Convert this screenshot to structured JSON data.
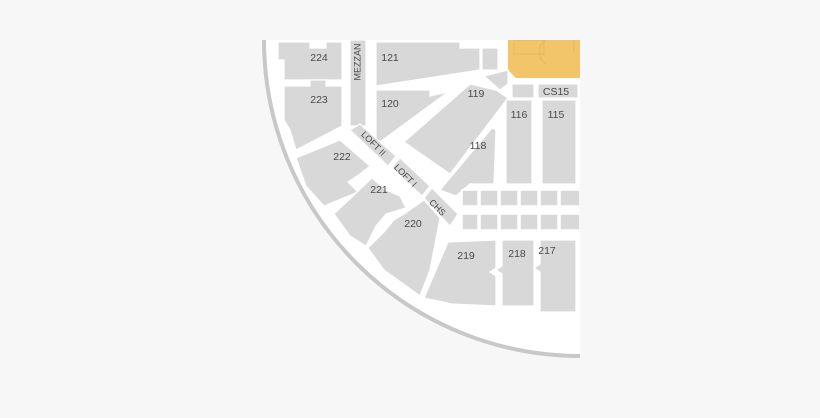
{
  "colors": {
    "background": "#f7f7f7",
    "map_fill": "#ffffff",
    "section": "#d8d8d8",
    "section_border": "#ffffff",
    "outer_ring": "#c8c8c8",
    "court": "#f2c56b",
    "label": "#4a4a4a"
  },
  "sections": {
    "s121": "121",
    "s120": "120",
    "s119": "119",
    "s118": "118",
    "s116": "116",
    "s115": "115",
    "scs15": "CS15",
    "s224": "224",
    "s223": "223",
    "s222": "222",
    "s221": "221",
    "s220": "220",
    "s219": "219",
    "s218": "218",
    "s217": "217"
  },
  "walkways": {
    "mezzanine": "MEZZAN",
    "loft2": "LOFT II",
    "loft1": "LOFT I",
    "chs": "CHS"
  }
}
